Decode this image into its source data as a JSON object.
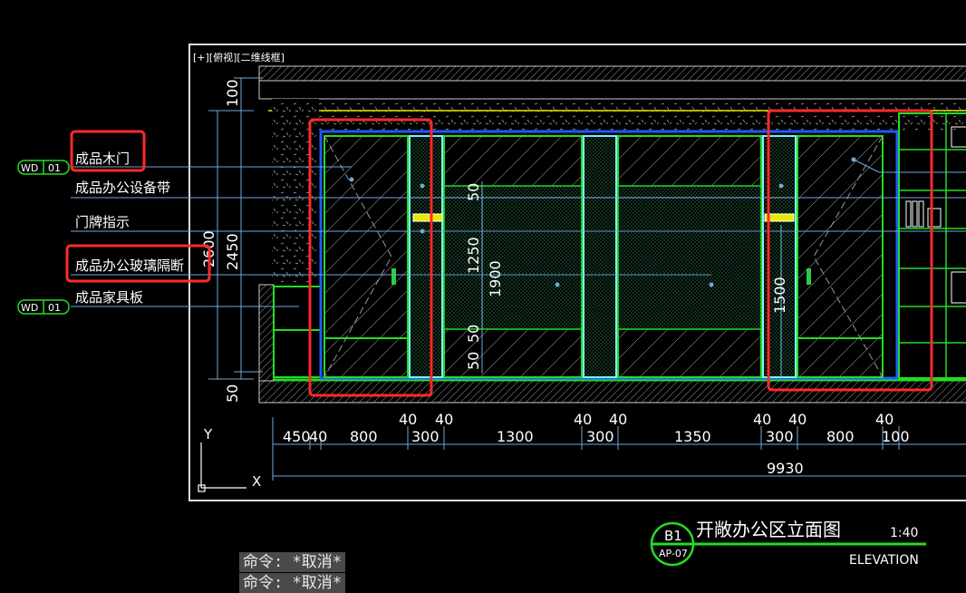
{
  "viewport": {
    "label": "[+][俯视][二维线框]"
  },
  "colors": {
    "background": "#000000",
    "frame": "#ffffff",
    "wall_blue": "#1e5bff",
    "glass_green": "#22dd22",
    "dim_line": "#6fa8dc",
    "highlight_red": "#ff2a2a",
    "cyan": "#7ff0ff",
    "yellow": "#e8e800"
  },
  "callouts": {
    "tag_top": {
      "left": "WD",
      "right": "01"
    },
    "tag_bottom": {
      "left": "WD",
      "right": "01"
    },
    "labels": [
      "成品木门",
      "成品办公设备带",
      "门牌指示",
      "成品办公玻璃隔断",
      "成品家具板"
    ]
  },
  "vertical_dims": {
    "left_outer": [
      "100",
      "2450",
      "50"
    ],
    "left_inner": "2600",
    "glass_panel": [
      "50",
      "1250",
      "50",
      "50"
    ],
    "glass_total": "1900",
    "right_door": "1500"
  },
  "horizontal_dims": {
    "lower_row": [
      "450",
      "40",
      "800",
      "300",
      "1300",
      "300",
      "1350",
      "300",
      "800",
      "100"
    ],
    "upper_row": [
      "40",
      "40",
      "40",
      "40",
      "40",
      "40",
      "40"
    ],
    "total": "9930"
  },
  "ucs": {
    "y": "Y",
    "x": "X"
  },
  "title_block": {
    "bubble_top": "B1",
    "bubble_bottom": "AP-07",
    "title": "开敞办公区立面图",
    "scale": "1:40",
    "subtitle": "ELEVATION"
  },
  "command_lines": [
    "命令: *取消*",
    "命令: *取消*"
  ]
}
